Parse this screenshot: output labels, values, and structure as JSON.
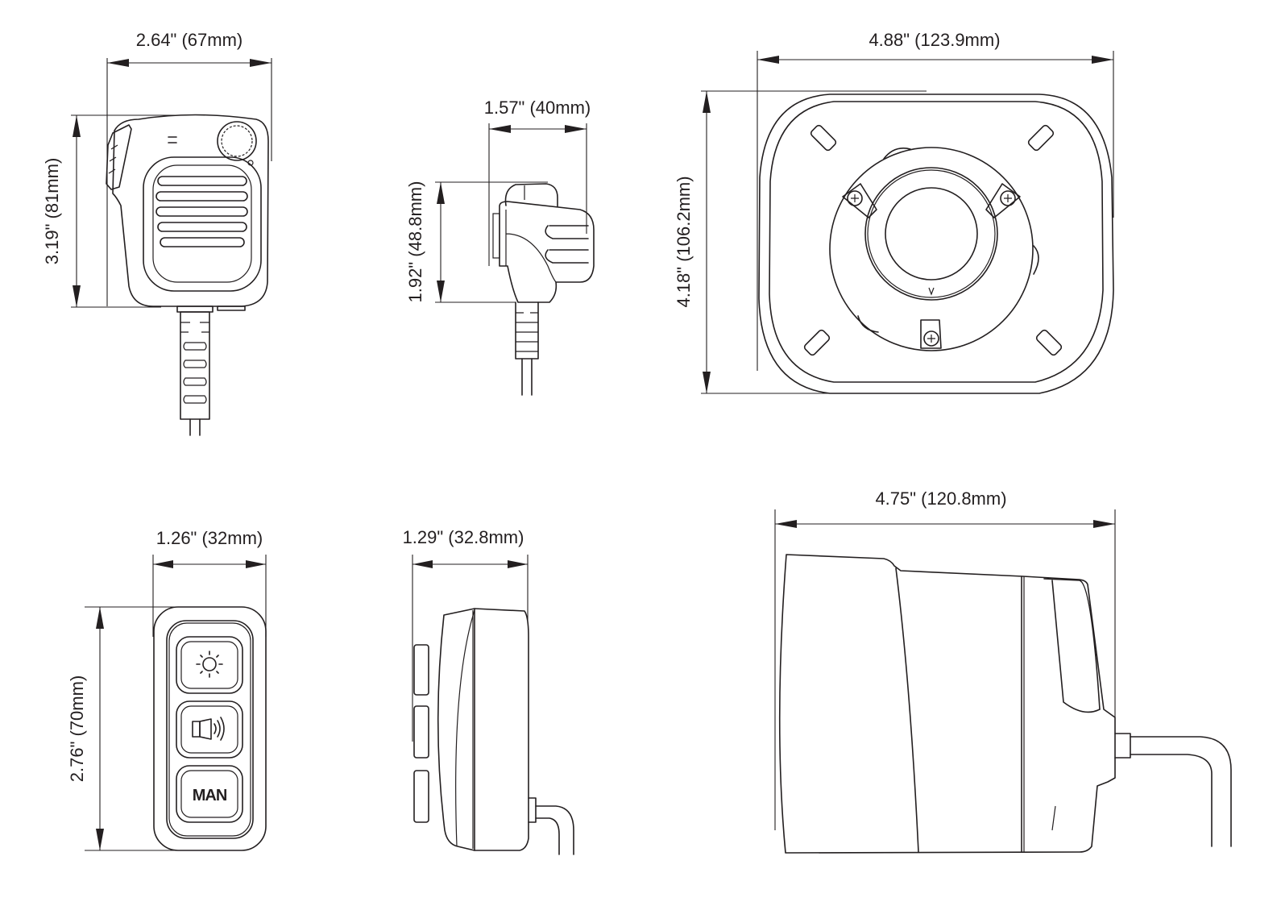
{
  "title": "Speaker microphone and siren speaker dimensional drawing",
  "colors": {
    "line": "#231f20",
    "background": "#ffffff"
  },
  "views": [
    {
      "id": "speaker-mic-front",
      "subject": "Speaker microphone – front view",
      "dimensions": {
        "width": "2.64\" (67mm)",
        "height": "3.19\" (81mm)"
      }
    },
    {
      "id": "speaker-mic-side",
      "subject": "Speaker microphone – side view",
      "dimensions": {
        "width": "1.57\" (40mm)",
        "height": "1.92\" (48.8mm)"
      }
    },
    {
      "id": "siren-speaker-front",
      "subject": "Siren speaker – front view",
      "dimensions": {
        "width": "4.88\" (123.9mm)",
        "height": "4.18\" (106.2mm)"
      }
    },
    {
      "id": "control-pad-front",
      "subject": "Control keypad – front view",
      "dimensions": {
        "width": "1.26\" (32mm)",
        "height": "2.76\" (70mm)"
      },
      "buttons": [
        {
          "icon": "light-icon",
          "label": ""
        },
        {
          "icon": "siren-speaker-icon",
          "label": ""
        },
        {
          "icon": "",
          "label": "MAN"
        }
      ]
    },
    {
      "id": "control-pad-side",
      "subject": "Control keypad – side view",
      "dimensions": {
        "width": "1.29\" (32.8mm)"
      }
    },
    {
      "id": "siren-speaker-side",
      "subject": "Siren speaker – side view",
      "dimensions": {
        "width": "4.75\" (120.8mm)"
      }
    }
  ]
}
